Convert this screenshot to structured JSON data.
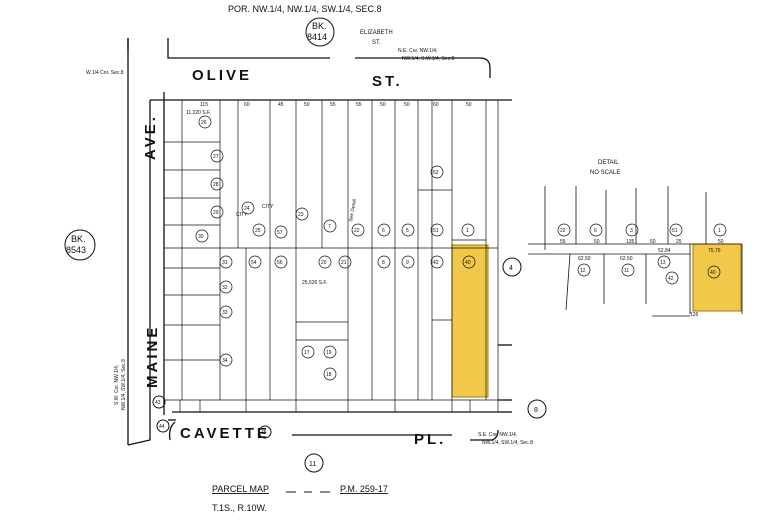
{
  "header": {
    "title": "POR. NW.1/4, NW.1/4, SW.1/4, SEC.8",
    "book_top": [
      "BK.",
      "8414"
    ],
    "book_left": [
      "BK.",
      "8543"
    ]
  },
  "streets": {
    "olive": "OLIVE",
    "olive_st": "ST.",
    "elizabeth": [
      "ELIZABETH",
      "ST."
    ],
    "maine": "MAINE",
    "maine_ave": "AVE.",
    "cavette": "CAVETTE",
    "cavette_pl": "PL."
  },
  "corner_notes": {
    "w_quarter": "W.1/4 Cor. Sec.8",
    "ne_cor": [
      "N.E. Cor. NW.1/4,",
      "NW.1/4, S.W.1/4, Sec.8"
    ],
    "sw_cor": [
      "S.W. Cor. NW.1/4,",
      "NW.1/4, SW.1/4, Sec.8"
    ],
    "se_cor": [
      "S.E. Cor. NW.1/4,",
      "NW.1/4, SW.1/4, Sec.8"
    ]
  },
  "detail": {
    "title": "DETAIL",
    "subtitle": "NO SCALE"
  },
  "bubbles": {
    "b4": "4",
    "b8": "8",
    "b11": "11",
    "b44": "44",
    "b45": "45",
    "b43": "43"
  },
  "lots_top": [
    "26",
    "24",
    "23",
    "7",
    "22",
    "6",
    "5",
    "52",
    "51",
    "1"
  ],
  "lots_left": [
    "27",
    "28",
    "29",
    "30",
    "31",
    "32",
    "33",
    "34"
  ],
  "lots_mid": [
    "54",
    "25",
    "56",
    "57",
    "21",
    "20",
    "19",
    "18",
    "17",
    "42",
    "40",
    "9",
    "8"
  ],
  "lots_detail": [
    "22",
    "6",
    "3",
    "51",
    "1",
    "12",
    "11",
    "13",
    "42",
    "40"
  ],
  "dims_top": [
    "115",
    "60",
    "45",
    "50",
    "55",
    "55",
    "50",
    "50",
    "60",
    "50"
  ],
  "dims_detail": [
    "55",
    "50",
    "135",
    "62.50",
    "62.50",
    "25",
    "52.84",
    "75.76",
    "50",
    "126",
    "50"
  ],
  "labels": {
    "city1": "CITY",
    "city2": "CITY",
    "see_detail": "See Detail",
    "area1": "11,220 S.F.",
    "area2": "25,626 S.F."
  },
  "footer": {
    "parcel_map": "PARCEL MAP",
    "pm": "P.M. 259-17",
    "township": "T.1S., R.10W."
  },
  "colors": {
    "highlight": "#f2c84b",
    "highlight_stroke": "#a07b00",
    "line": "#111111"
  }
}
